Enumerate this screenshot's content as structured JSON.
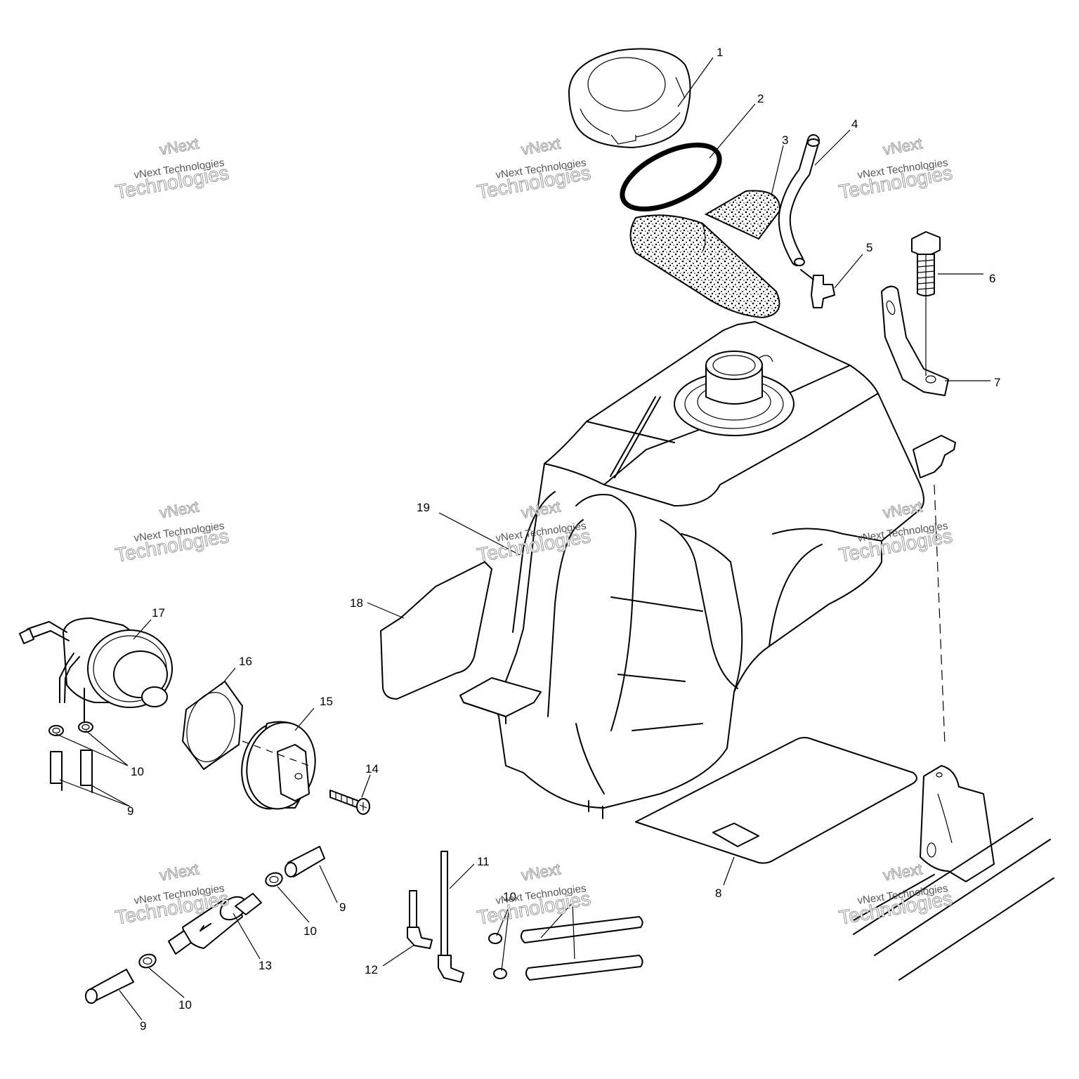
{
  "callouts": {
    "c1": "1",
    "c2": "2",
    "c3": "3",
    "c4": "4",
    "c5": "5",
    "c6": "6",
    "c7": "7",
    "c8": "8",
    "c9a": "9",
    "c9b": "9",
    "c9c": "9",
    "c10a": "10",
    "c10b": "10",
    "c10c": "10",
    "c10d": "10",
    "c11": "11",
    "c12": "12",
    "c13": "13",
    "c14": "14",
    "c15": "15",
    "c16": "16",
    "c17": "17",
    "c18": "18",
    "c19": "19"
  },
  "watermark": {
    "line1": "vNext",
    "line2": "Technologies",
    "small": "vNext Technologies",
    "color": "#9a9a9a"
  }
}
